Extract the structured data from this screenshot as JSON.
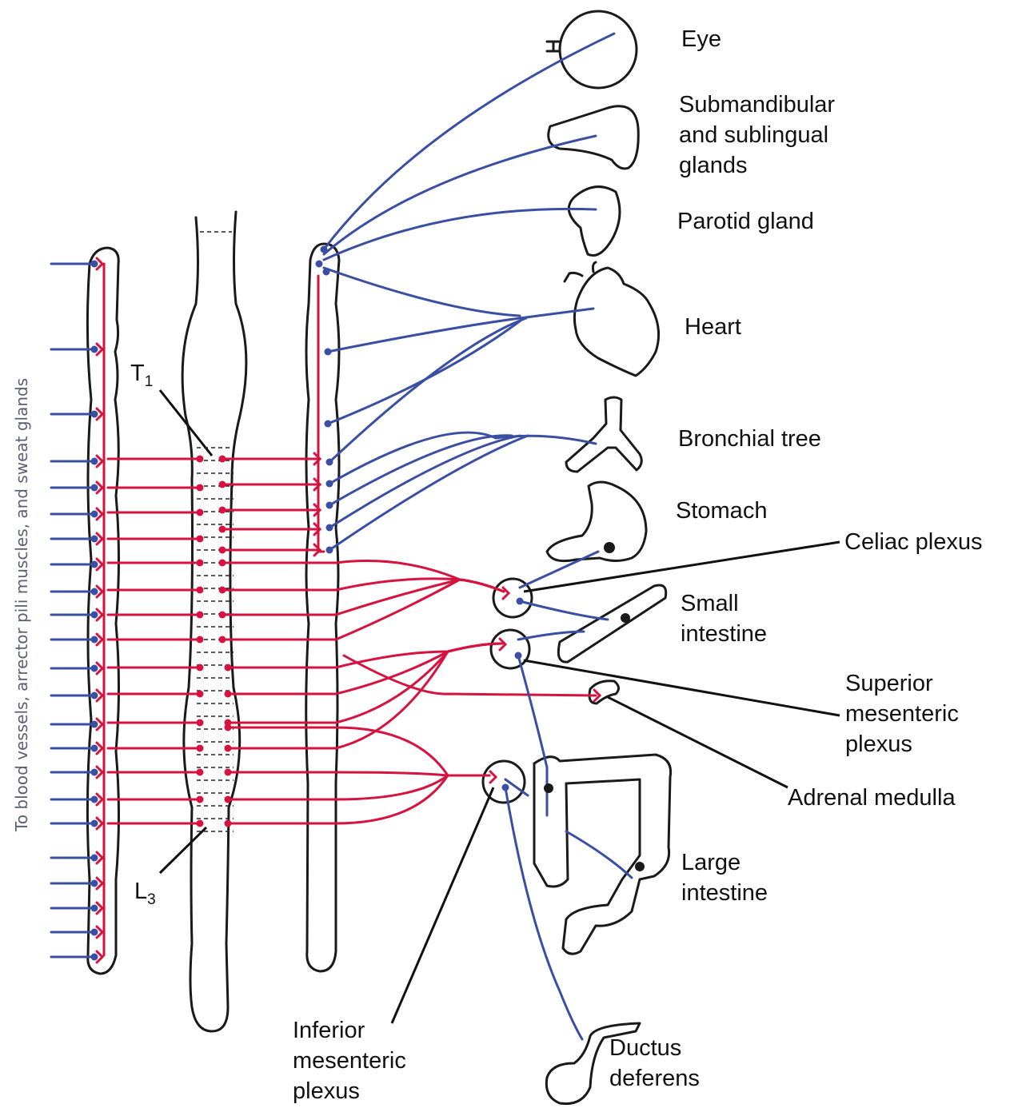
{
  "colors": {
    "preganglionic": "#d6123f",
    "postganglionic": "#3a4fa3",
    "outline": "#1a1a1a"
  },
  "spinal_markers": {
    "top": {
      "letter": "T",
      "subscript": "1"
    },
    "bottom": {
      "letter": "L",
      "subscript": "3"
    }
  },
  "side_label": "To blood vessels, arrector pili muscles, and sweat glands",
  "organs": {
    "eye": [
      "Eye"
    ],
    "submandibular": [
      "Submandibular",
      "and sublingual",
      "glands"
    ],
    "parotid": [
      "Parotid gland"
    ],
    "heart": [
      "Heart"
    ],
    "bronchial": [
      "Bronchial tree"
    ],
    "stomach": [
      "Stomach"
    ],
    "small_intestine": [
      "Small",
      "intestine"
    ],
    "large_intestine": [
      "Large",
      "intestine"
    ],
    "ductus": [
      "Ductus",
      "deferens"
    ]
  },
  "ganglia": {
    "celiac": [
      "Celiac plexus"
    ],
    "superior_mesenteric": [
      "Superior",
      "mesenteric",
      "plexus"
    ],
    "adrenal": [
      "Adrenal medulla"
    ],
    "inferior_mesenteric": [
      "Inferior",
      "mesenteric",
      "plexus"
    ]
  }
}
